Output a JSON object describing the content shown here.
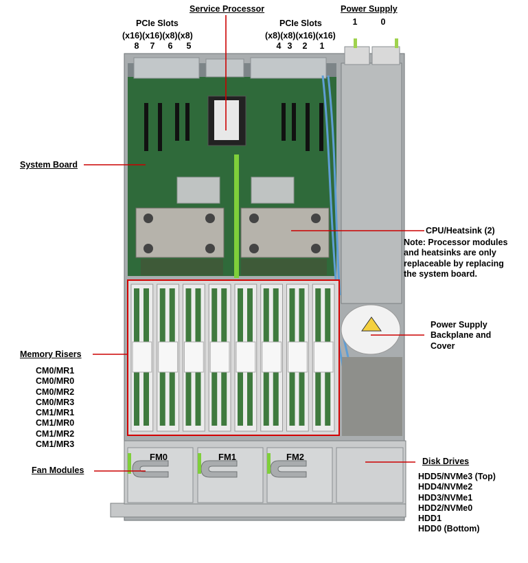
{
  "labels": {
    "service_processor": "Service Processor",
    "power_supply": "Power Supply",
    "ps_numbers": [
      "1",
      "0"
    ],
    "pcie_left": {
      "title": "PCIe Slots",
      "widths": "(x16)(x16)(x8)(x8)",
      "numbers": [
        "8",
        "7",
        "6",
        "5"
      ]
    },
    "pcie_right": {
      "title": "PCIe Slots",
      "widths": "(x8)(x8)(x16)(x16)",
      "numbers": [
        "4",
        "3",
        "2",
        "1"
      ]
    },
    "system_board": "System Board",
    "cpu_heatsink": "CPU/Heatsink (2)",
    "cpu_note": [
      "Note: Processor modules",
      "and heatsinks are only",
      "replaceable by replacing",
      "the system board."
    ],
    "ps_backplane": [
      "Power Supply",
      "Backplane and",
      "Cover"
    ],
    "memory_risers": "Memory Risers",
    "memory_list": [
      "CM0/MR1",
      "CM0/MR0",
      "CM0/MR2",
      "CM0/MR3",
      "CM1/MR1",
      "CM1/MR0",
      "CM1/MR2",
      "CM1/MR3"
    ],
    "fan_modules": "Fan Modules",
    "fan_names": [
      "FM0",
      "FM1",
      "FM2"
    ],
    "disk_drives": "Disk Drives",
    "disk_list": [
      "HDD5/NVMe3 (Top)",
      "HDD4/NVMe2",
      "HDD3/NVMe1",
      "HDD2/NVMe0",
      "HDD1",
      "HDD0 (Bottom)"
    ]
  },
  "colors": {
    "leader_line": "#cc0000",
    "chassis": "#b9bcbd",
    "board": "#2e6b3a",
    "dimm": "#3f7a3e",
    "highlight": "#d40000"
  }
}
